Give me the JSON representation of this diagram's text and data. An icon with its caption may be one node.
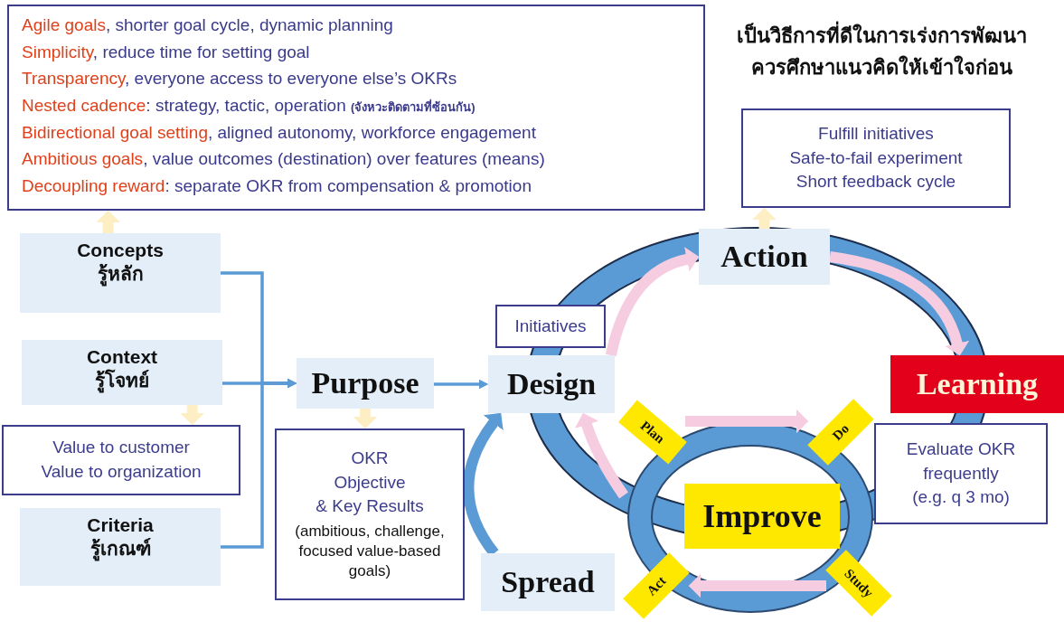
{
  "diagram": {
    "title": "เป็นวิธีการที่ดีในการเร่งการพัฒนา ควรศึกษาแนวคิดให้เข้าใจก่อน",
    "nodes": [
      {
        "text": [
          "**Agile goals**, shorter goal cycle, dynamic planning",
          "**Simplicity**, reduce time for setting goal",
          "**Transparency**, everyone access to everyone else’s OKRs",
          "**Nested cadence**: strategy, tactic, operation *(จังหวะติดตามที่ซ้อนกัน)*",
          "**Bidirectional goal setting**, aligned autonomy, workforce engagement",
          "**Ambitious goals**, value outcomes (destination) over features (means)",
          "**Decoupling reward**: separate OKR from compensation & promotion"
        ]
      },
      {
        "text": [
          "Concepts",
          "รู้หลัก"
        ]
      },
      {
        "text": [
          "Context",
          "รู้โจทย์"
        ]
      },
      {
        "text": [
          "Value to customer",
          "Value to organization"
        ]
      },
      {
        "text": [
          "Criteria",
          "รู้เกณฑ์"
        ]
      },
      {
        "text": [
          "Purpose"
        ]
      },
      {
        "text": [
          "OKR",
          "Objective",
          "& Key Results",
          "(ambitious, challenge, focused value-based goals)"
        ]
      },
      {
        "text": [
          "Initiatives"
        ]
      },
      {
        "text": [
          "Design"
        ]
      },
      {
        "text": [
          "Action"
        ]
      },
      {
        "text": [
          "Fulfill initiatives",
          "Safe-to-fail experiment",
          "Short feedback cycle"
        ]
      },
      {
        "text": [
          "Learning"
        ]
      },
      {
        "text": [
          "Evaluate OKR",
          "frequently",
          "(e.g. q 3 mo)"
        ]
      },
      {
        "text": [
          "Improve"
        ]
      },
      {
        "text": [
          "Plan"
        ]
      },
      {
        "text": [
          "Do"
        ]
      },
      {
        "text": [
          "Study"
        ]
      },
      {
        "text": [
          "Act"
        ]
      },
      {
        "text": [
          "Spread"
        ]
      }
    ],
    "edges": [
      {
        "from": 1,
        "to": 0,
        "arrow": "to",
        "color": "#fdeec4"
      },
      {
        "from": 2,
        "to": 3,
        "arrow": "to",
        "color": "#fdeec4"
      },
      {
        "from": 1,
        "to": 5,
        "arrow": "to"
      },
      {
        "from": 2,
        "to": 5,
        "arrow": "to"
      },
      {
        "from": 4,
        "to": 5,
        "arrow": "to"
      },
      {
        "from": 5,
        "to": 6,
        "arrow": "to",
        "color": "#fdeec4"
      },
      {
        "from": 5,
        "to": 8,
        "arrow": "to"
      },
      {
        "from": 9,
        "to": 10,
        "arrow": "to",
        "color": "#fdeec4"
      },
      {
        "from": 8,
        "to": 9,
        "arrow": "to",
        "color": "#f6cde0"
      },
      {
        "from": 9,
        "to": 11,
        "arrow": "to",
        "color": "#f6cde0"
      },
      {
        "from": null,
        "to": 8,
        "arrow": "to",
        "color": "#f6cde0"
      },
      {
        "from": 18,
        "to": 8,
        "arrow": "to",
        "color": "#5b9bd5"
      },
      {
        "from": 14,
        "to": 15,
        "arrow": "to",
        "color": "#f6cde0"
      },
      {
        "from": 16,
        "to": 17,
        "arrow": "to",
        "color": "#f6cde0"
      }
    ]
  }
}
